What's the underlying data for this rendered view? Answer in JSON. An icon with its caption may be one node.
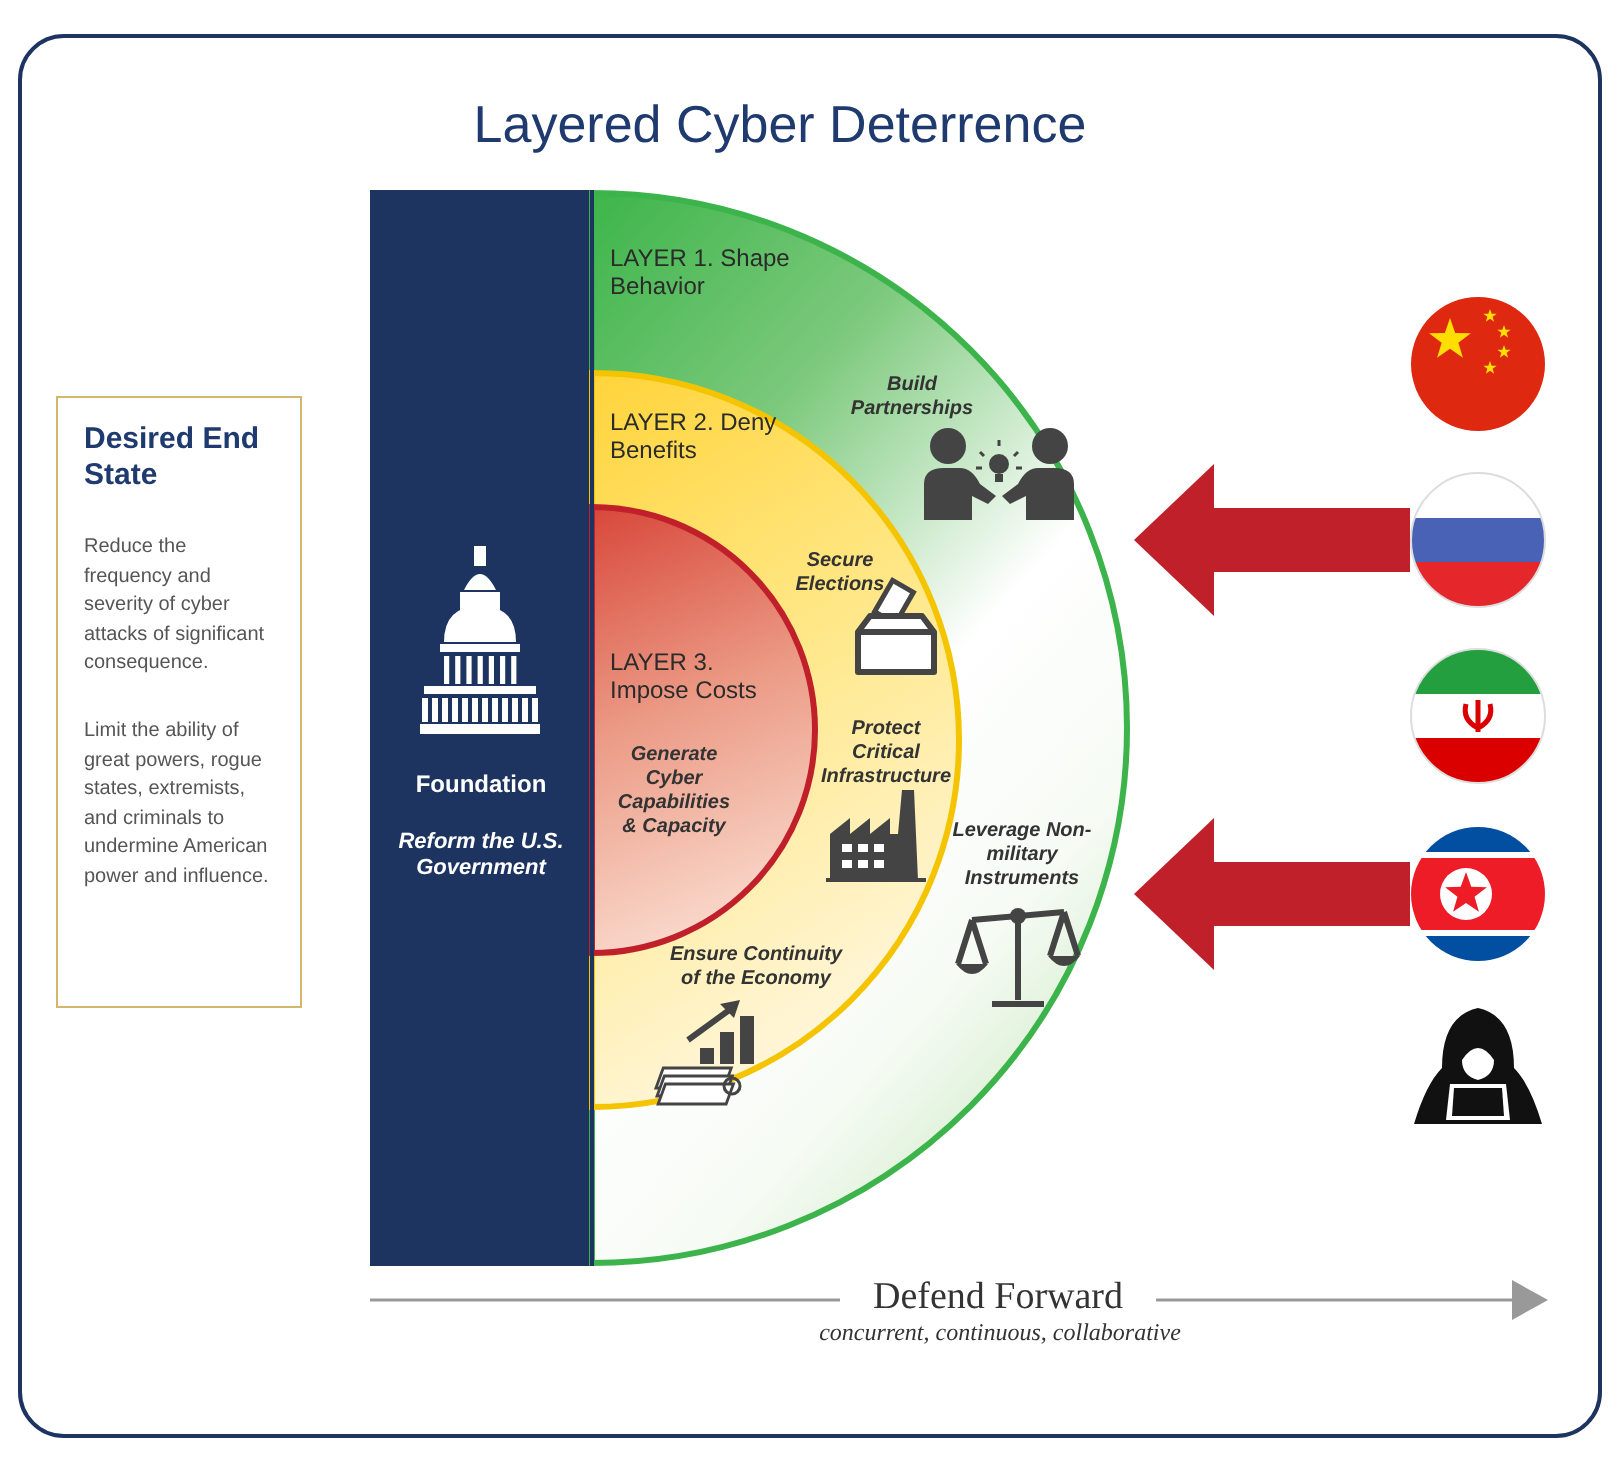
{
  "diagram": {
    "title": "Layered Cyber Deterrence",
    "nodes": [
      {
        "text": [
          "Desired End State",
          "Reduce the frequency and severity of cyber attacks of significant consequence.",
          "Limit the ability of great powers, rogue states, extremists, and criminals to undermine American power and influence."
        ]
      },
      {
        "text": [
          "Foundation",
          "Reform the U.S. Government"
        ]
      },
      {
        "text": [
          "LAYER 1. Shape Behavior",
          "Build Partnerships",
          "Leverage Non-military Instruments"
        ]
      },
      {
        "text": [
          "LAYER 2. Deny Benefits",
          "Secure Elections",
          "Protect Critical Infrastructure",
          "Ensure Continuity of the Economy"
        ],
        "in": 2
      },
      {
        "text": [
          "LAYER 3. Impose Costs",
          "Generate Cyber Capabilities & Capacity"
        ],
        "in": 3
      },
      {
        "text": [],
        "shape": "picture"
      },
      {
        "text": [],
        "shape": "picture"
      },
      {
        "text": [],
        "shape": "picture"
      },
      {
        "text": [],
        "shape": "picture"
      },
      {
        "text": [],
        "shape": "picture"
      }
    ],
    "edges": [
      {
        "from": 6,
        "to": 2,
        "arrow": "to"
      },
      {
        "from": 8,
        "to": 2,
        "arrow": "to"
      }
    ],
    "labels": [
      "Defend Forward",
      "concurrent, continuous, collaborative"
    ]
  }
}
